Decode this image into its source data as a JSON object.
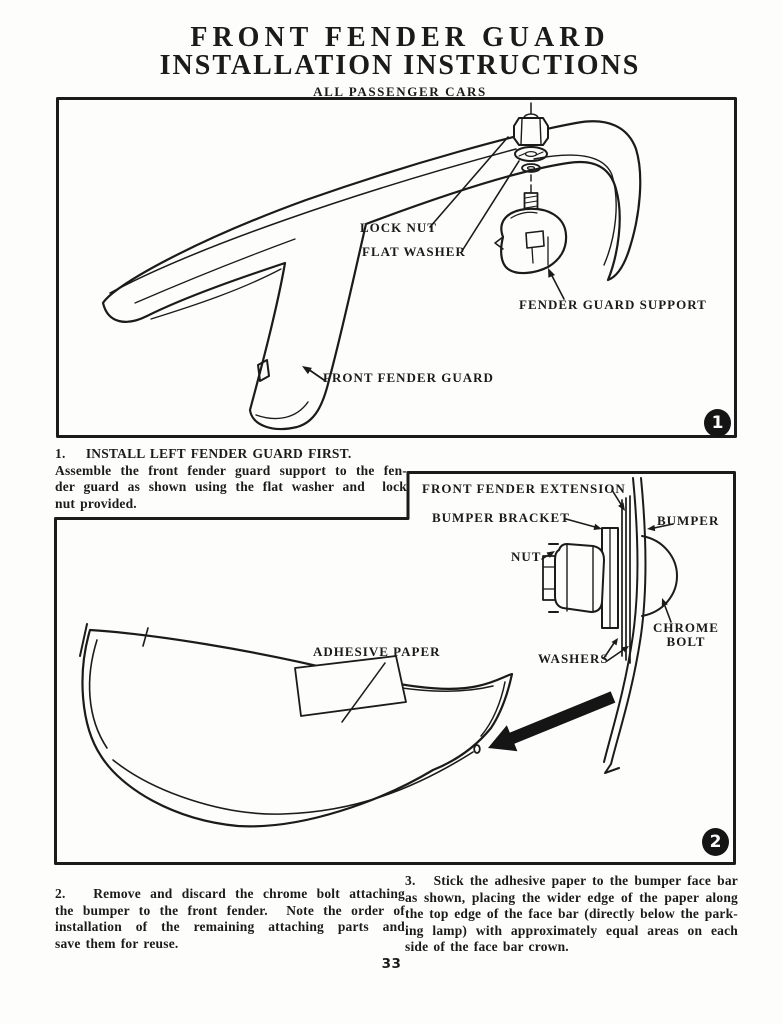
{
  "header": {
    "title_line1": "FRONT FENDER GUARD",
    "title_line2": "INSTALLATION INSTRUCTIONS",
    "subtitle": "ALL PASSENGER CARS"
  },
  "figure1": {
    "badge": "1",
    "labels": {
      "lock_nut": "LOCK NUT",
      "flat_washer": "FLAT WASHER",
      "fender_guard_support": "FENDER GUARD SUPPORT",
      "front_fender_guard": "FRONT FENDER GUARD"
    }
  },
  "figure2": {
    "badge": "2",
    "labels": {
      "front_fender_extension": "FRONT FENDER EXTENSION",
      "bumper_bracket": "BUMPER BRACKET",
      "bumper": "BUMPER",
      "nut": "NUT",
      "chrome_line1": "CHROME",
      "chrome_line2": "BOLT",
      "washers": "WASHERS",
      "adhesive_paper": "ADHESIVE PAPER"
    }
  },
  "steps": {
    "step1": {
      "lines": [
        "1.    INSTALL LEFT FENDER GUARD FIRST.",
        "Assemble the front fender guard support to the fen-",
        "der guard as shown using the flat washer and  lock",
        "nut provided."
      ]
    },
    "step2": {
      "lines": [
        "2.   Remove and discard the chrome bolt attaching",
        "the bumper to the front fender.  Note the order of",
        "installation of the remaining attaching parts and",
        "save them for reuse."
      ]
    },
    "step3": {
      "lines": [
        "3.   Stick the adhesive paper to the bumper face bar",
        "as shown, placing the wider edge of the paper along",
        "the top edge of the face bar (directly below the park-",
        "ing lamp) with approximately equal areas on each",
        "side of the face bar crown."
      ]
    }
  },
  "footer": {
    "page_number": "33"
  },
  "colors": {
    "ink": "#1b1b1b",
    "paper": "#fdfdfc"
  }
}
